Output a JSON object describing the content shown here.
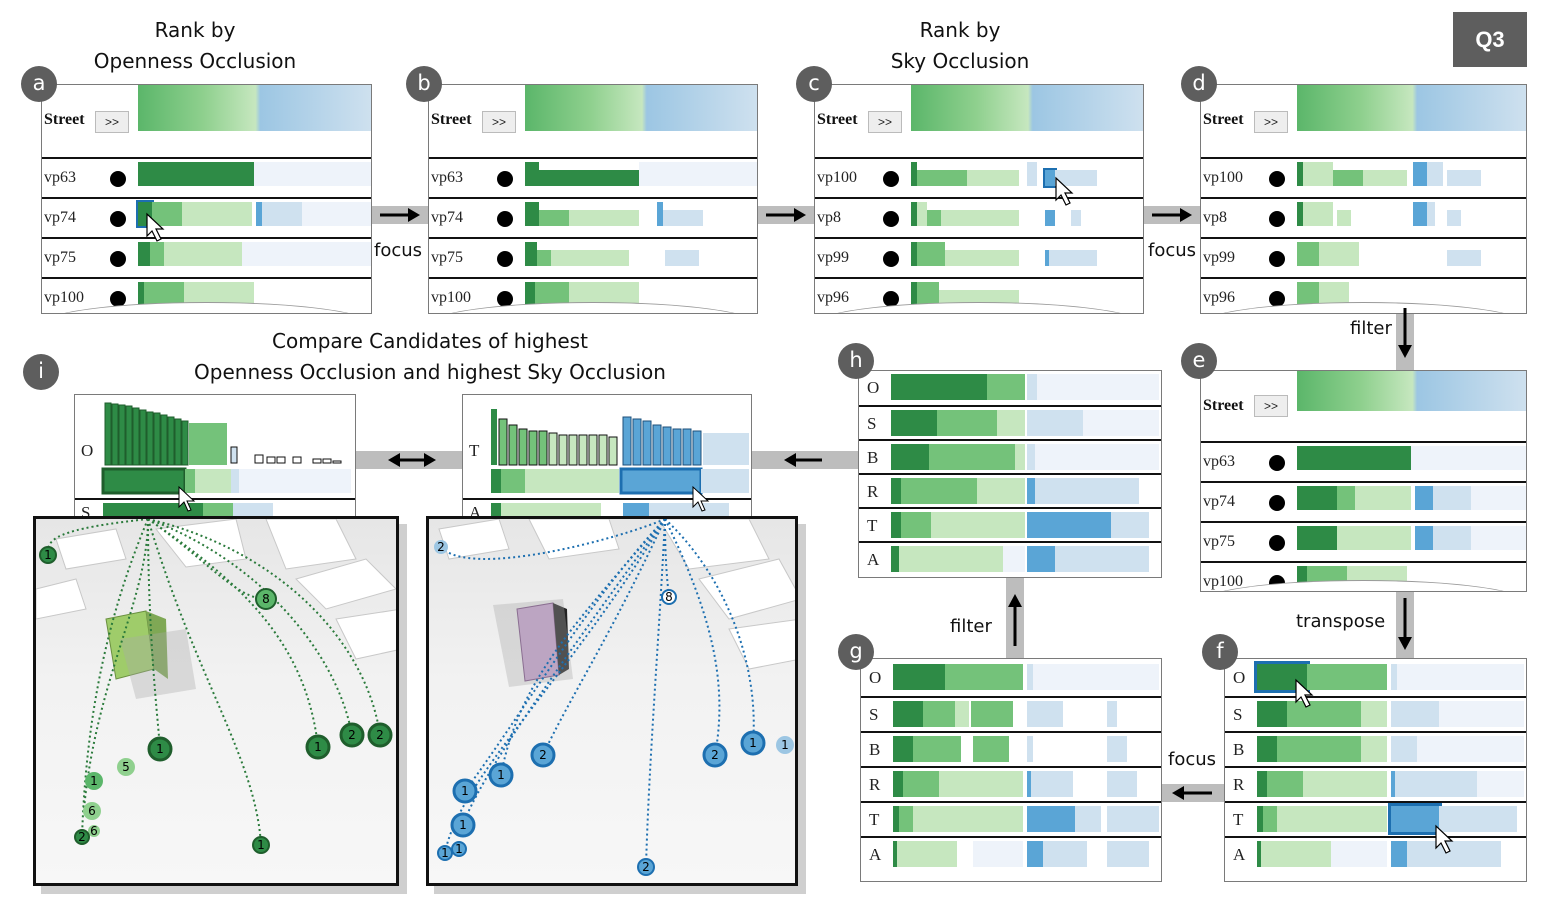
{
  "badge_q3": "Q3",
  "captions": {
    "a": [
      "Rank by",
      "Openness Occlusion"
    ],
    "c": [
      "Rank by",
      "Sky Occlusion"
    ],
    "i": [
      "Compare Candidates of highest",
      "Openness Occlusion and highest Sky Occlusion"
    ]
  },
  "panel_letters": [
    "a",
    "b",
    "c",
    "d",
    "e",
    "f",
    "g",
    "h",
    "i"
  ],
  "step_labels": {
    "ab": "focus",
    "cd": "focus",
    "de": "filter",
    "ef": "transpose",
    "fg": "focus",
    "gh": "filter"
  },
  "table_header": {
    "street": "Street",
    "expand": ">>"
  },
  "panel_a_rows": [
    "vp63",
    "vp74",
    "vp75",
    "vp100"
  ],
  "panel_b_rows": [
    "vp63",
    "vp74",
    "vp75",
    "vp100"
  ],
  "panel_c_rows": [
    "vp100",
    "vp8",
    "vp99",
    "vp96"
  ],
  "panel_d_rows": [
    "vp100",
    "vp8",
    "vp99",
    "vp96"
  ],
  "panel_e_rows": [
    "vp63",
    "vp74",
    "vp75",
    "vp100"
  ],
  "transposed_rows": [
    "O",
    "S",
    "B",
    "R",
    "T",
    "A"
  ],
  "compare_left_rows": [
    "O",
    "S"
  ],
  "compare_right_rows": [
    "T",
    "A"
  ],
  "map_left_labels": [
    "1",
    "8",
    "1",
    "5",
    "1",
    "2",
    "2",
    "1",
    "6",
    "6",
    "2",
    "1"
  ],
  "map_right_labels": [
    "2",
    "8",
    "2",
    "1",
    "1",
    "2",
    "1",
    "1",
    "1",
    "1",
    "1",
    "2"
  ],
  "colors": {
    "green_dark": "#2e8b46",
    "green_mid": "#74c27a",
    "green_light": "#c6e7bf",
    "blue_dark": "#5aa5d6",
    "blue_mid": "#9cc6e3",
    "blue_light": "#cfe1ef",
    "blue_bg": "#eef3fa",
    "badge": "#5e5e5e",
    "arrow": "#bdbdbd"
  }
}
